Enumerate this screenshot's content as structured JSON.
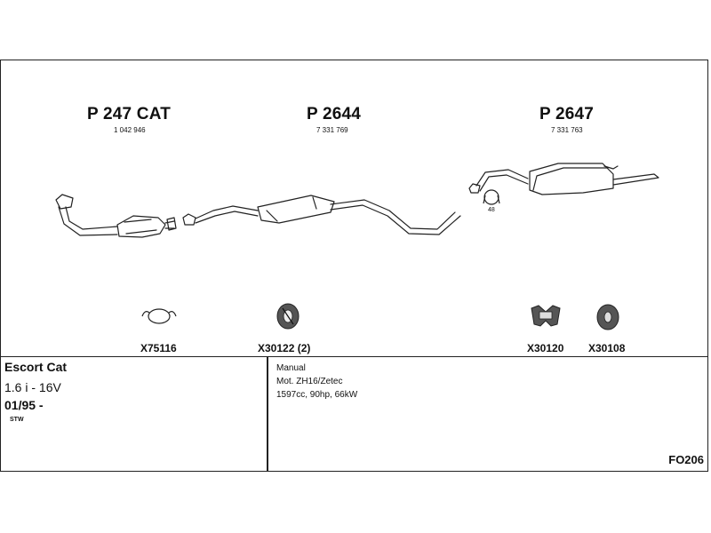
{
  "parts": [
    {
      "code": "P 247 CAT",
      "ref": "1 042 946"
    },
    {
      "code": "P 2644",
      "ref": "7 331 769"
    },
    {
      "code": "P 2647",
      "ref": "7 331 763"
    }
  ],
  "fittings": [
    {
      "code": "X75116"
    },
    {
      "code": "X30122 (2)"
    },
    {
      "code": "X30120"
    },
    {
      "code": "X30108"
    }
  ],
  "clamp_label": "48",
  "vehicle": {
    "model": "Escort Cat",
    "engine": "1.6 i - 16V",
    "date": "01/95 -",
    "body": "STW"
  },
  "specs": {
    "transmission": "Manual",
    "motor": "Mot. ZH16/Zetec",
    "power": "1597cc, 90hp, 66kW"
  },
  "catalog_code": "FO206"
}
